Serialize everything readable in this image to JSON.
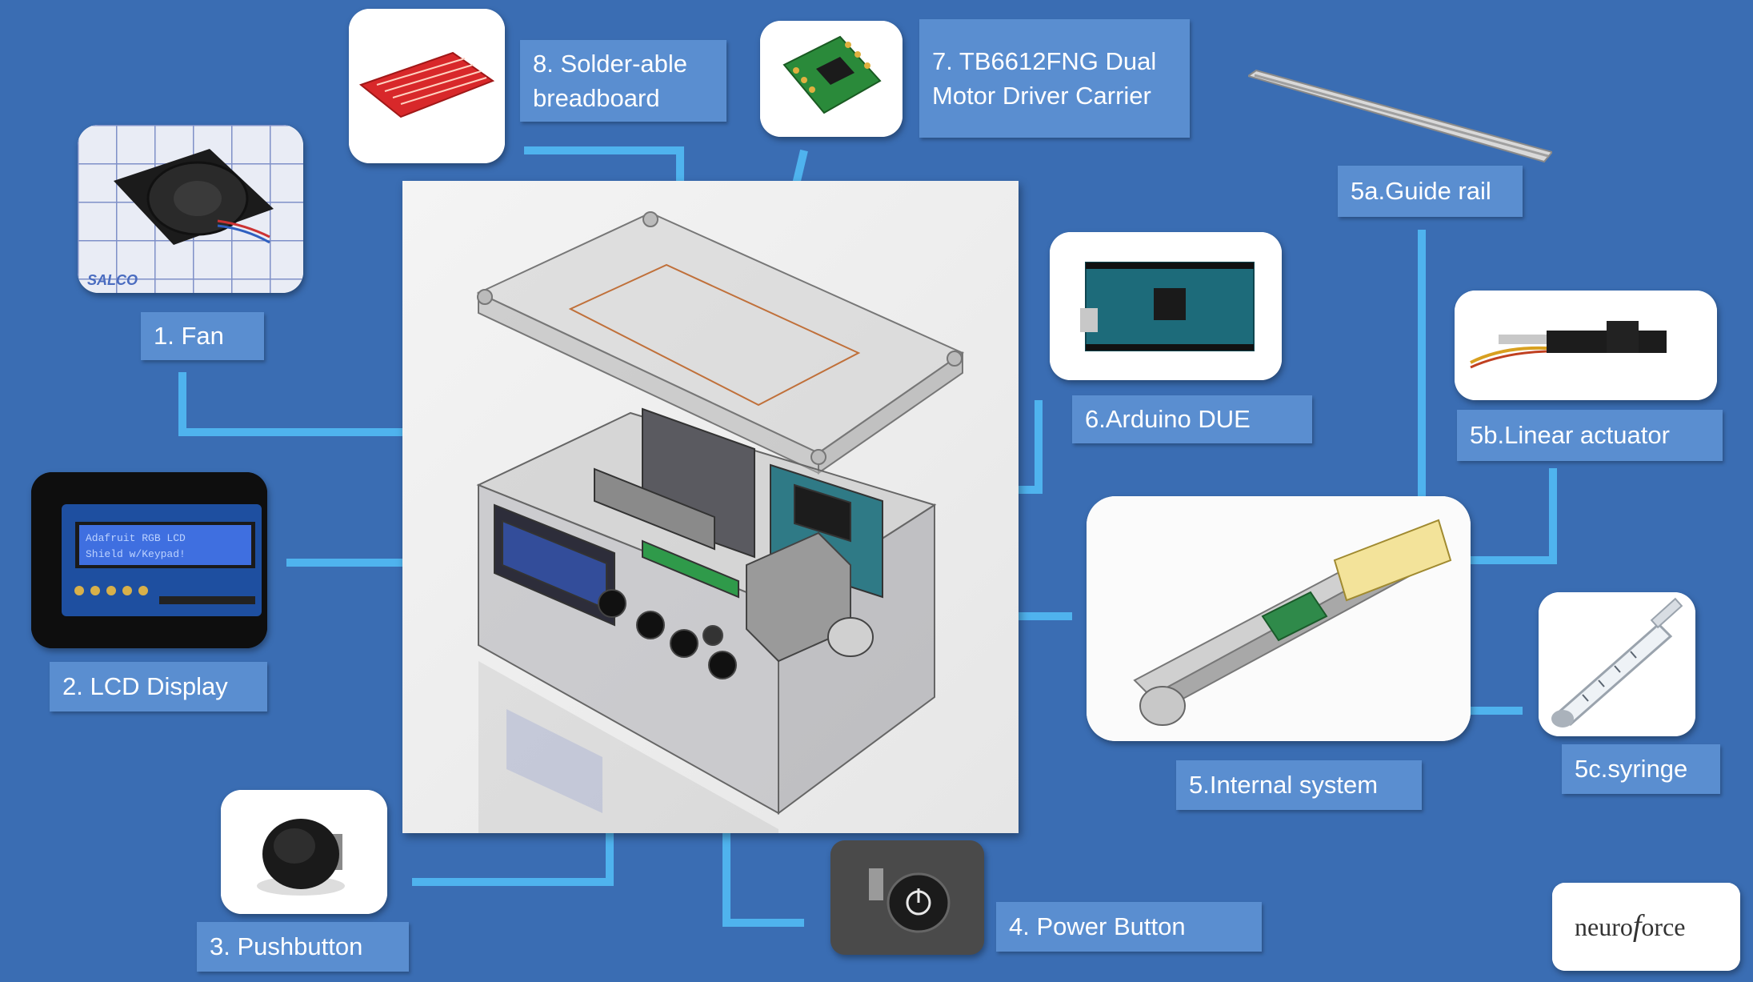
{
  "colors": {
    "background": "#3a6db3",
    "label_fill": "#5a8ed0",
    "connector": "#4fb3ee",
    "label_text": "#ffffff"
  },
  "labels": {
    "fan": "1. Fan",
    "lcd": "2. LCD Display",
    "pushbutton": "3. Pushbutton",
    "power_button": "4. Power Button",
    "internal_system": "5.Internal system",
    "guide_rail": "5a.Guide rail",
    "linear_actuator": "5b.Linear actuator",
    "syringe": "5c.syringe",
    "arduino": "6.Arduino DUE",
    "motor_driver_line1": "7. TB6612FNG Dual",
    "motor_driver_line2": "Motor Driver Carrier",
    "breadboard_line1": "8. Solder-able",
    "breadboard_line2": "breadboard"
  },
  "logo": {
    "text": "neuroforce"
  },
  "icons": {
    "fan": "fan-icon",
    "lcd": "lcd-display-icon",
    "pushbutton": "pushbutton-icon",
    "power_button": "power-button-icon",
    "internal_system": "internal-system-icon",
    "guide_rail": "guide-rail-icon",
    "linear_actuator": "linear-actuator-icon",
    "syringe": "syringe-icon",
    "arduino": "arduino-board-icon",
    "motor_driver": "motor-driver-icon",
    "breadboard": "breadboard-icon"
  }
}
